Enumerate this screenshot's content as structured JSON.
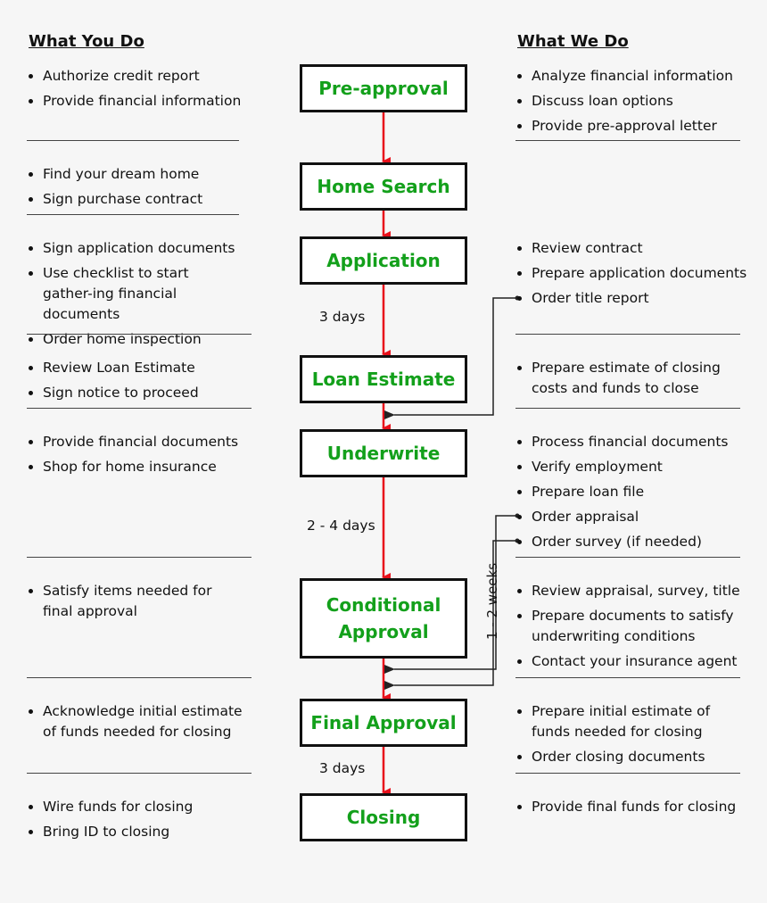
{
  "headings": {
    "left": "What You Do",
    "right": "What We Do"
  },
  "steps": [
    {
      "label": "Pre-approval"
    },
    {
      "label": "Home Search"
    },
    {
      "label": "Application"
    },
    {
      "label": "Loan Estimate"
    },
    {
      "label": "Underwrite"
    },
    {
      "label": "Conditional Approval"
    },
    {
      "label": "Final Approval"
    },
    {
      "label": "Closing"
    }
  ],
  "you_do": [
    [
      "Authorize credit report",
      "Provide financial information"
    ],
    [
      "Find your dream home",
      "Sign purchase contract"
    ],
    [
      "Sign application documents",
      "Use checklist to start gather-ing financial documents",
      "Order home inspection"
    ],
    [
      "Review Loan Estimate",
      "Sign notice to proceed"
    ],
    [
      "Provide financial documents",
      "Shop for home insurance"
    ],
    [
      "Satisfy items needed for final approval"
    ],
    [
      "Acknowledge initial estimate of funds needed for closing"
    ],
    [
      "Wire funds for closing",
      "Bring ID to closing"
    ]
  ],
  "we_do": [
    [
      "Analyze financial information",
      "Discuss loan options",
      "Provide pre-approval letter"
    ],
    [],
    [
      "Review contract",
      "Prepare application documents",
      "Order title report"
    ],
    [
      "Prepare estimate of closing costs and funds to close"
    ],
    [
      "Process financial documents",
      "Verify employment",
      "Prepare loan file",
      "Order appraisal",
      "Order survey (if needed)"
    ],
    [
      "Review appraisal, survey, title",
      "Prepare documents to satisfy underwriting conditions",
      "Contact your insurance agent"
    ],
    [
      "Prepare initial estimate of funds needed for closing",
      "Order closing documents"
    ],
    [
      "Provide final funds for closing"
    ]
  ],
  "durations": [
    "3 days",
    "2 - 4 days",
    "3 days"
  ],
  "side_duration": "1 - 2 weeks",
  "colors": {
    "step_text": "#13a01b",
    "arrow": "#e8101b",
    "connector": "#222222"
  }
}
